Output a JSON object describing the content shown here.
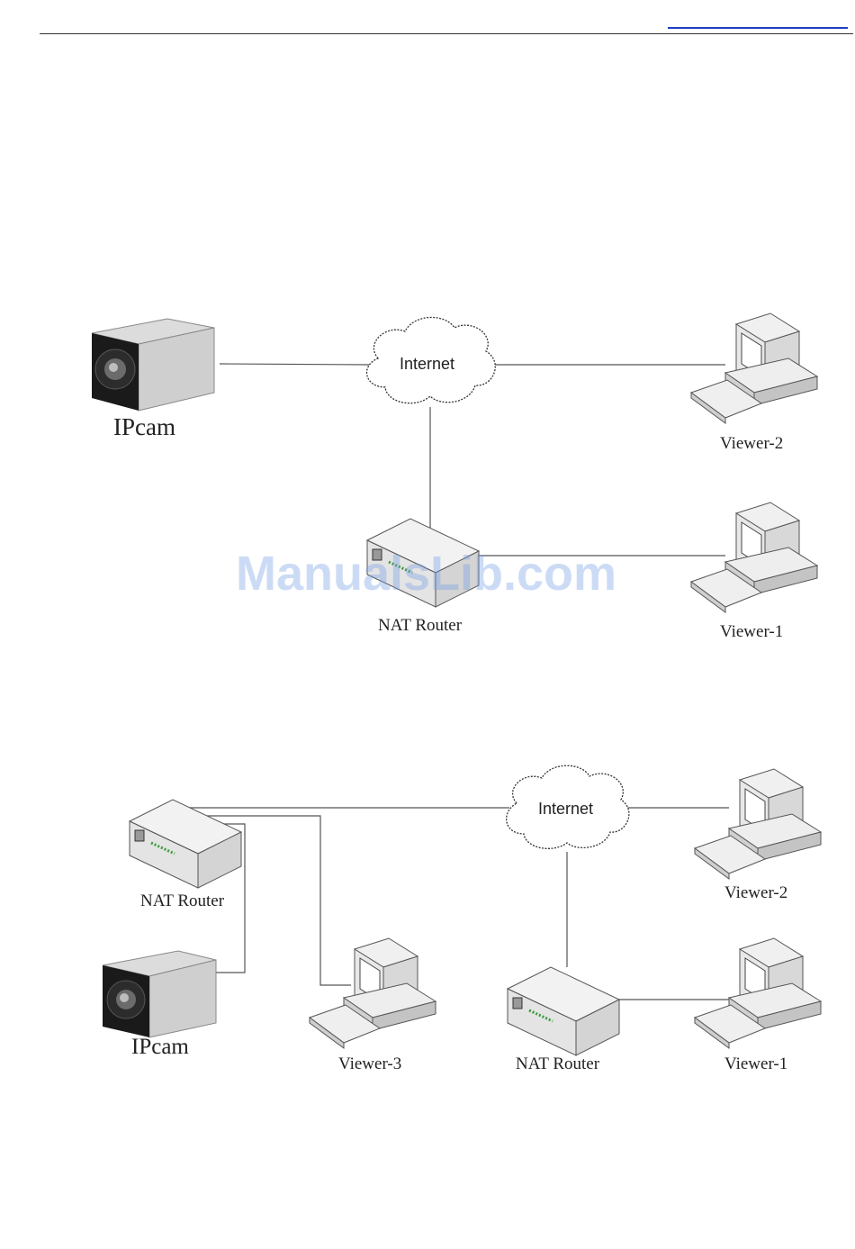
{
  "watermark": "ManualsLib.com",
  "diagram1": {
    "ipcam_label": "IPcam",
    "internet_label": "Internet",
    "router_label": "NAT Router",
    "viewer_top_label": "Viewer-2",
    "viewer_bottom_label": "Viewer-1"
  },
  "diagram2": {
    "router_left_label": "NAT Router",
    "ipcam_label": "IPcam",
    "internet_label": "Internet",
    "viewer_mid_label": "Viewer-3",
    "router_right_label": "NAT Router",
    "viewer_top_label": "Viewer-2",
    "viewer_bottom_label": "Viewer-1"
  }
}
